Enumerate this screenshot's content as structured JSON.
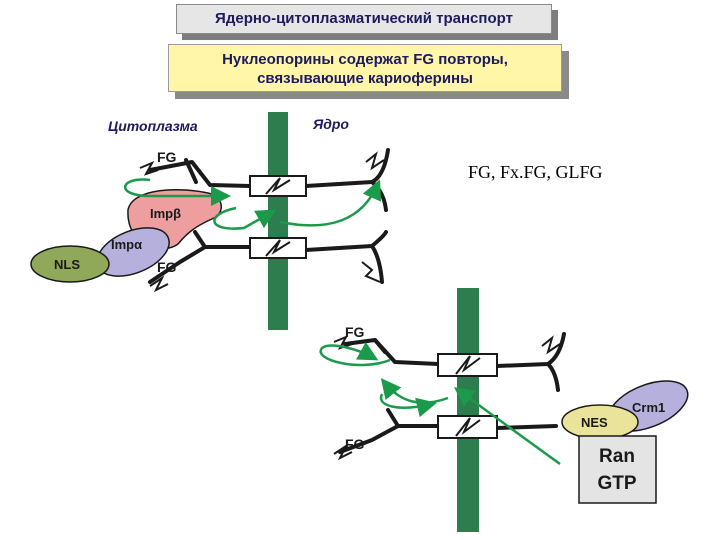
{
  "header": {
    "title": "Ядерно-цитоплазматический транспорт",
    "subtitle_line1": "Нуклеопорины содержат FG повторы,",
    "subtitle_line2": "связывающие кариоферины"
  },
  "note": "FG, Fx.FG, GLFG",
  "import_panel": {
    "cytoplasm_label": "Цитоплазма",
    "nucleus_label": "Ядро",
    "fg_top": "FG",
    "fg_bottom": "FG",
    "imp_beta": "Impβ",
    "imp_alpha": "Impα",
    "nls": "NLS"
  },
  "export_panel": {
    "fg_top": "FG",
    "fg_bottom": "FG",
    "nes": "NES",
    "crm1": "Crm1",
    "ran_line1": "Ran",
    "ran_line2": "GTP"
  },
  "colors": {
    "membrane": "#2e7d4f",
    "arrow": "#1a9a4a",
    "imp_beta": "#ee9e9e",
    "imp_alpha": "#b6b0dc",
    "nls": "#8fa85a",
    "nes": "#e9e49a",
    "crm1": "#b6b0dc",
    "ran": "#e4e4e4"
  }
}
